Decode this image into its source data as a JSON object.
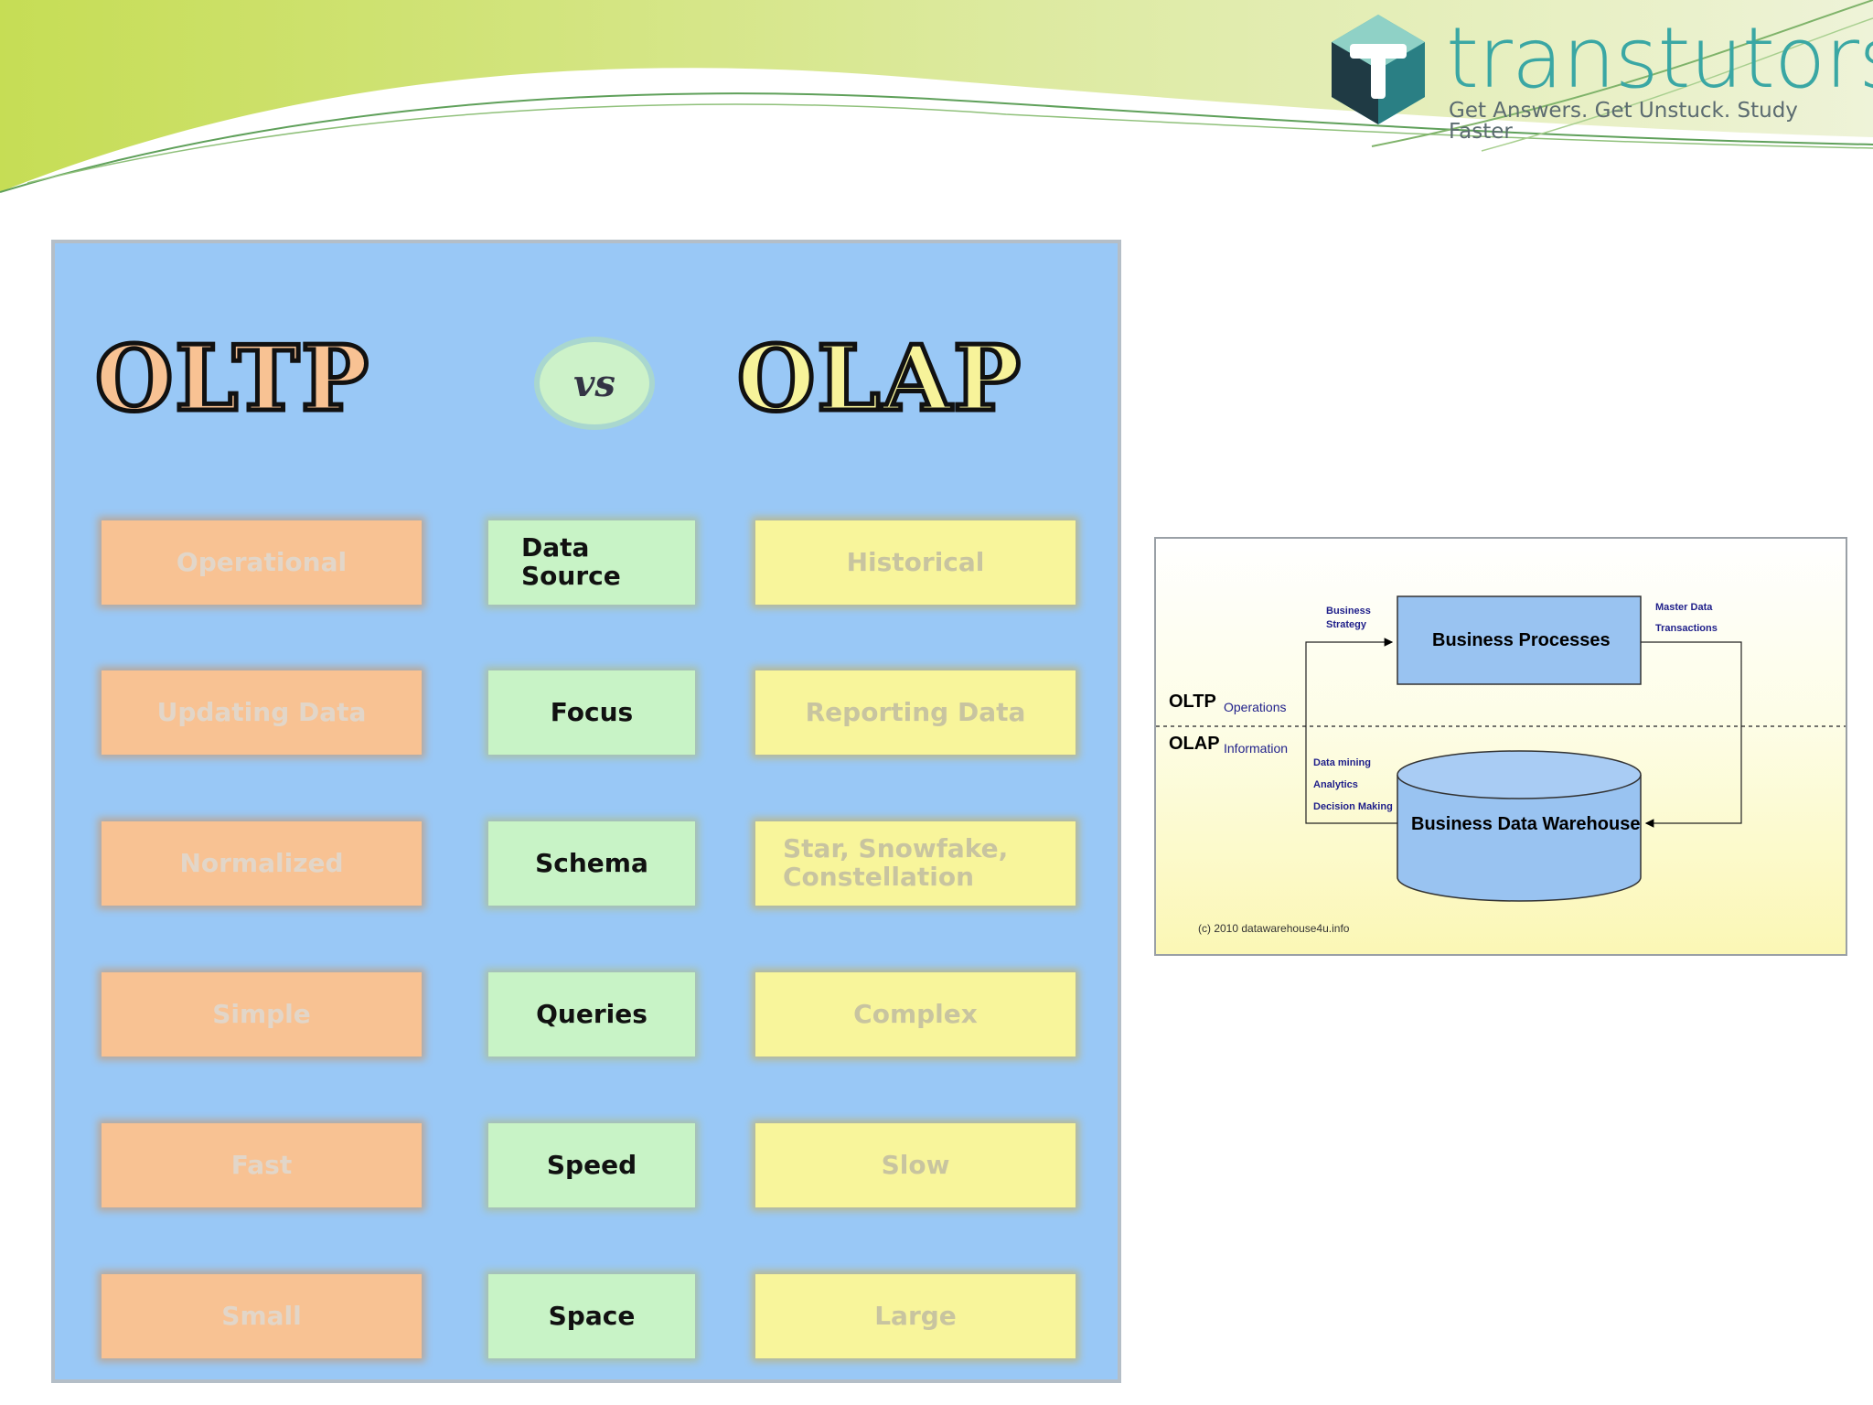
{
  "logo": {
    "name": "transtutors",
    "tagline": "Get Answers. Get Unstuck. Study Faster",
    "mark_letter": "T",
    "colors": {
      "teal": "#3aa7a4",
      "dark": "#1f3a44",
      "light": "#8fd1c6"
    }
  },
  "comparison": {
    "left_title": "OLTP",
    "vs": "vs",
    "right_title": "OLAP",
    "rows": [
      {
        "oltp": "Operational",
        "attribute": "Data Source",
        "olap": "Historical"
      },
      {
        "oltp": "Updating Data",
        "attribute": "Focus",
        "olap": "Reporting Data"
      },
      {
        "oltp": "Normalized",
        "attribute": "Schema",
        "olap": "Star, Snowfake, Constellation"
      },
      {
        "oltp": "Simple",
        "attribute": "Queries",
        "olap": "Complex"
      },
      {
        "oltp": "Fast",
        "attribute": "Speed",
        "olap": "Slow"
      },
      {
        "oltp": "Small",
        "attribute": "Space",
        "olap": "Large"
      }
    ],
    "colors": {
      "panel": "#99c8f6",
      "oltp": "#f8c293",
      "attribute": "#c8f3c6",
      "olap": "#f8f59b"
    }
  },
  "diagram": {
    "business_processes": "Business Processes",
    "data_warehouse": "Business Data Warehouse",
    "business_strategy": "Business Strategy",
    "master_data": "Master Data",
    "transactions": "Transactions",
    "oltp_label": "OLTP",
    "oltp_sub": "Operations",
    "olap_label": "OLAP",
    "olap_sub": "Information",
    "data_mining": "Data mining",
    "analytics": "Analytics",
    "decision_making": "Decision Making",
    "copyright": "(c) 2010 datawarehouse4u.info"
  }
}
